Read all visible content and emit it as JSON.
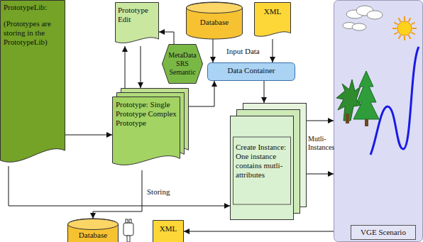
{
  "diagram": {
    "nodes": [
      {
        "text": [
          "PrototypeLib:",
          "(Prototypes are storing in the PrototypeLib)"
        ]
      },
      {
        "text": [
          "Prototype Edit"
        ]
      },
      {
        "text": [
          "Database"
        ]
      },
      {
        "text": [
          "XML"
        ]
      },
      {
        "text": [
          "MetaData SRS Semantic"
        ]
      },
      {
        "text": [
          "Data Container"
        ]
      },
      {
        "text": [
          "Prototype: Single Prototype Complex Prototype"
        ]
      },
      {
        "text": [
          "Create Instance: One instance contains mutli-attributes"
        ]
      },
      {
        "text": [
          "VGE Scenario"
        ]
      },
      {
        "text": [
          "Database"
        ]
      },
      {
        "text": [
          "XML"
        ]
      }
    ],
    "edges": [
      {
        "from": 0,
        "to": 6,
        "arrow": "to"
      },
      {
        "from": 6,
        "to": 1,
        "arrow": "to"
      },
      {
        "from": 1,
        "to": 6,
        "arrow": "to"
      },
      {
        "from": 4,
        "to": 1,
        "arrow": "to"
      },
      {
        "from": 6,
        "to": 5,
        "arrow": "to"
      },
      {
        "from": 2,
        "to": 5,
        "arrow": "to"
      },
      {
        "from": 3,
        "to": 5,
        "arrow": "to"
      },
      {
        "from": 5,
        "to": 7,
        "arrow": "to"
      },
      {
        "from": 7,
        "to": 8,
        "arrow": "to"
      },
      {
        "from": 7,
        "to": 8,
        "arrow": "to"
      },
      {
        "from": 6,
        "to": 9,
        "label": "Storing",
        "arrow": "to"
      },
      {
        "from": 8,
        "to": 10,
        "arrow": "to"
      },
      {
        "from": 0,
        "to": 7,
        "arrow": "to"
      }
    ],
    "labels": [
      "Input Data",
      "Mutli-Instances"
    ]
  }
}
